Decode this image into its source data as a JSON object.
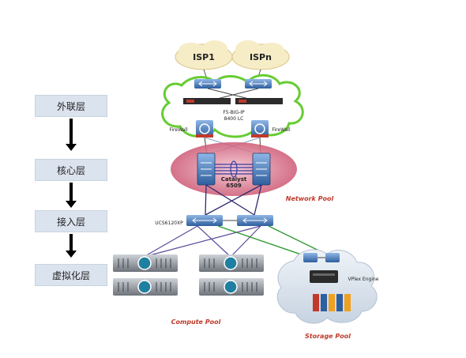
{
  "layers": [
    {
      "label": "外联层"
    },
    {
      "label": "核心层"
    },
    {
      "label": "接入层"
    },
    {
      "label": "虚拟化层"
    }
  ],
  "isp": {
    "left": "ISP1",
    "right": "ISPn"
  },
  "devices": {
    "f5_label_line1": "F5-BIG-IP",
    "f5_label_line2": "8400 LC",
    "firewall_left": "FireWall",
    "firewall_right": "FireWall",
    "core_line1": "Catalyst",
    "core_line2": "6509",
    "access_switch": "UCS6120XP",
    "vplex": "VPlex Engine"
  },
  "pools": {
    "network": "Network Pool",
    "compute": "Compute Pool",
    "storage": "Storage Pool"
  },
  "colors": {
    "layer_box": "#dbe3ee",
    "pool_label": "#c0392b",
    "cloud_green": "#66cc33",
    "switch_blue": "#3a74b8",
    "link_green": "#2e9a2e",
    "link_purple": "#5a4a9a"
  }
}
